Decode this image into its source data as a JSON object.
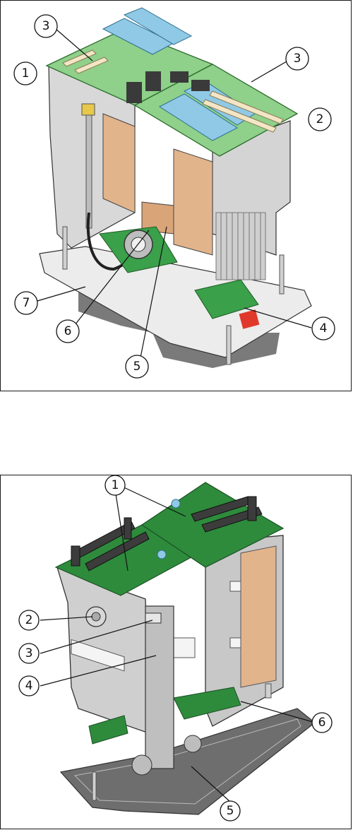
{
  "figures": [
    {
      "id": "top",
      "callouts": [
        {
          "label": "1"
        },
        {
          "label": "2"
        },
        {
          "label": "3"
        },
        {
          "label": "3"
        },
        {
          "label": "4"
        },
        {
          "label": "5"
        },
        {
          "label": "6"
        },
        {
          "label": "7"
        }
      ]
    },
    {
      "id": "bottom",
      "callouts": [
        {
          "label": "1"
        },
        {
          "label": "2"
        },
        {
          "label": "3"
        },
        {
          "label": "4"
        },
        {
          "label": "5"
        },
        {
          "label": "6"
        }
      ]
    }
  ],
  "colors": {
    "pcb": "#8fd08a",
    "pcb_dark": "#2e8b3c",
    "connector_blue": "#8fc9e6",
    "metal": "#d6d6d6",
    "metal_dark": "#9a9a9a",
    "copper": "#e2b48c",
    "base_plate": "#e8e8e8",
    "gasket": "#6e6e6e",
    "connector_black": "#3a3a3a",
    "red": "#e0392b",
    "yellow": "#e8c84a"
  }
}
